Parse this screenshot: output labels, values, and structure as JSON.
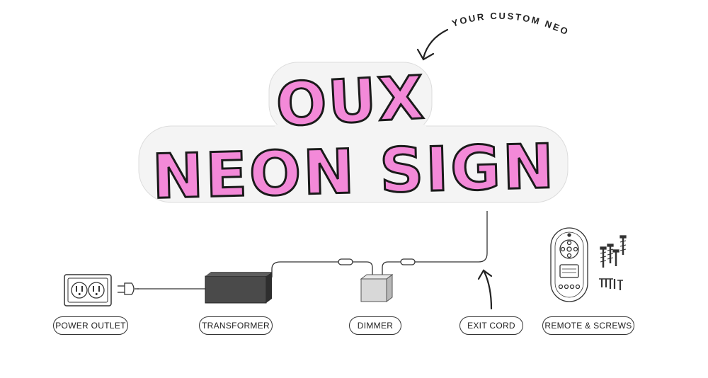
{
  "sign": {
    "line1": "OUX",
    "line2": "NEON SIGN",
    "fill_color": "#f389d8",
    "outline_color": "#1a1a1a",
    "backer_color": "#f4f4f4"
  },
  "annotation": "YOUR CUSTOM NEON",
  "labels": {
    "power_outlet": "POWER OUTLET",
    "transformer": "TRANSFORMER",
    "dimmer": "DIMMER",
    "exit_cord": "EXIT CORD",
    "remote_screws": "REMOTE & SCREWS"
  },
  "colors": {
    "line": "#333333",
    "transformer": "#4a4a4a",
    "dimmer": "#d8d8d8"
  },
  "icons": [
    "outlet-icon",
    "plug-icon",
    "transformer-icon",
    "dimmer-icon",
    "remote-icon",
    "screws-icon",
    "arrow-icon"
  ]
}
